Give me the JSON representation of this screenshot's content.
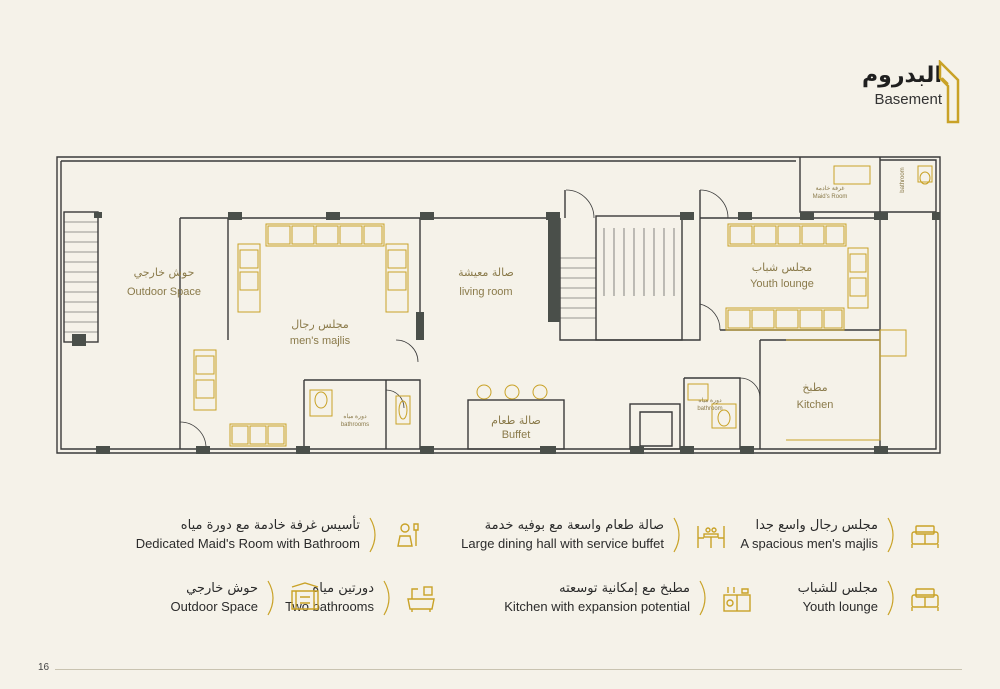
{
  "header": {
    "title_ar": "البدروم",
    "title_en": "Basement"
  },
  "rooms": {
    "outdoor": {
      "ar": "حوش خارجي",
      "en": "Outdoor Space"
    },
    "majlis": {
      "ar": "مجلس رجال",
      "en": "men's majlis"
    },
    "living": {
      "ar": "صالة معيشة",
      "en": "living room"
    },
    "buffet": {
      "ar": "صالة طعام",
      "en": "Buffet"
    },
    "bathrooms": {
      "ar": "دورة مياه",
      "en": "bathrooms"
    },
    "youth": {
      "ar": "مجلس شباب",
      "en": "Youth lounge"
    },
    "kitchen": {
      "ar": "مطبخ",
      "en": "Kitchen"
    },
    "maid": {
      "ar": "غرفة خادمة",
      "en": "Maid's Room"
    },
    "maid_bath": {
      "ar": "دورة مياه",
      "en": "bathroom"
    },
    "store": {
      "ar": "دورة مياه",
      "en": "bathroom"
    }
  },
  "features": [
    {
      "ar": "مجلس رجال واسع جدا",
      "en": "A spacious men's majlis",
      "icon": "sofa-icon"
    },
    {
      "ar": "صالة طعام واسعة مع  بوفيه خدمة",
      "en": "Large dining hall with service buffet",
      "icon": "dining-table-icon"
    },
    {
      "ar": "تأسيس غرفة خادمة مع دورة مياه",
      "en": "Dedicated Maid's Room with Bathroom",
      "icon": "maid-icon"
    },
    {
      "ar": "مجلس للشباب",
      "en": "Youth lounge",
      "icon": "sofa-icon"
    },
    {
      "ar": "مطبخ مع إمكانية توسعته",
      "en": "Kitchen with expansion potential",
      "icon": "kitchen-icon"
    },
    {
      "ar": "دورتين مياه",
      "en": "Two bathrooms",
      "icon": "bathtub-icon"
    },
    {
      "ar": "حوش خارجي",
      "en": "Outdoor Space",
      "icon": "courtyard-icon"
    }
  ],
  "page_number": "16",
  "colors": {
    "background": "#f5f2e9",
    "gold": "#c9a227",
    "wall": "#2b2b2b",
    "label": "#8a7a4a"
  }
}
